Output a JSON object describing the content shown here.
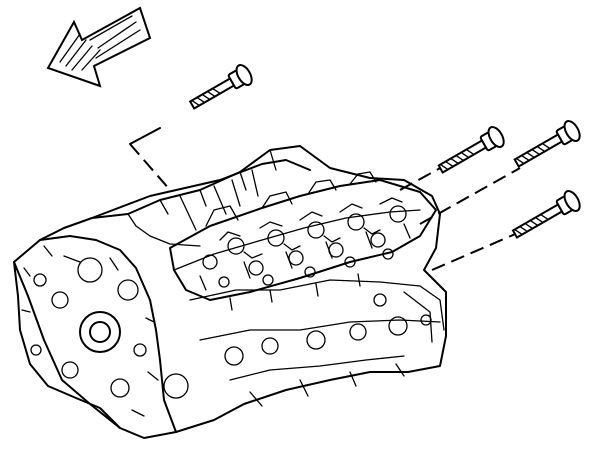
{
  "diagram": {
    "parts": [
      {
        "id": "bolt-1",
        "icon": "cylinder-head-bolt-icon"
      },
      {
        "id": "bolt-2",
        "icon": "cylinder-head-bolt-icon"
      },
      {
        "id": "bolt-3",
        "icon": "cylinder-head-bolt-icon"
      },
      {
        "id": "bolt-4",
        "icon": "cylinder-head-bolt-icon"
      },
      {
        "id": "engine-block",
        "icon": "engine-block-icon"
      },
      {
        "id": "cylinder-head",
        "icon": "cylinder-head-icon"
      },
      {
        "id": "direction-arrow",
        "icon": "front-direction-arrow-icon"
      }
    ],
    "colors": {
      "ink": "#000000",
      "paper": "#ffffff"
    }
  }
}
